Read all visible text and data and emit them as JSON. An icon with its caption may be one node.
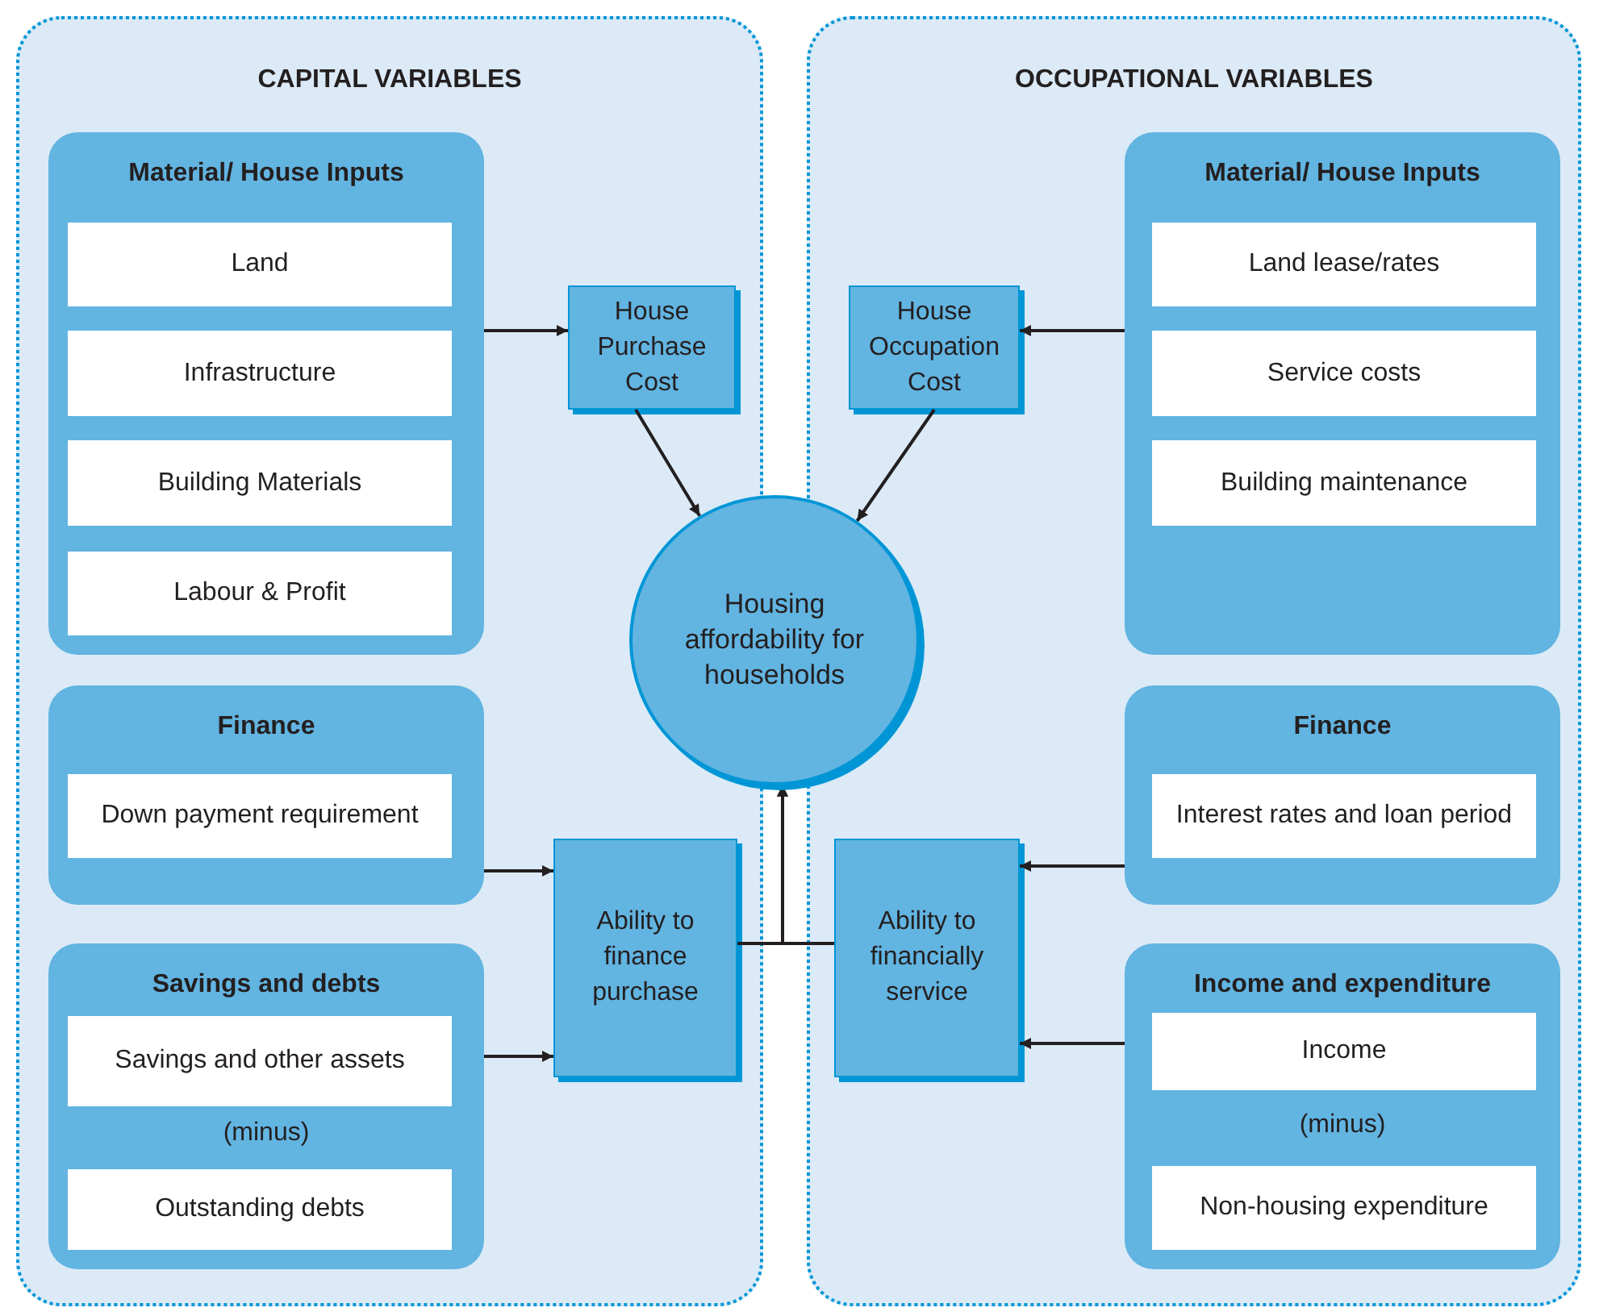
{
  "diagram": {
    "nodes": [
      {
        "text": [
          "CAPITAL VARIABLES"
        ]
      },
      {
        "text": [
          "Material/ House Inputs"
        ],
        "in": 0
      },
      {
        "text": [
          "Land"
        ],
        "in": 1
      },
      {
        "text": [
          "Infrastructure"
        ],
        "in": 1
      },
      {
        "text": [
          "Building Materials"
        ],
        "in": 1
      },
      {
        "text": [
          "Labour & Profit"
        ],
        "in": 1
      },
      {
        "text": [
          "Finance"
        ],
        "in": 0
      },
      {
        "text": [
          "Down payment requirement"
        ],
        "in": 6
      },
      {
        "text": [
          "Savings and debts",
          "(minus)"
        ],
        "in": 0
      },
      {
        "text": [
          "Savings and other assets"
        ],
        "in": 8
      },
      {
        "text": [
          "Outstanding debts"
        ],
        "in": 8
      },
      {
        "text": [
          "House Purchase Cost"
        ],
        "in": 0
      },
      {
        "text": [
          "Ability to finance purchase"
        ],
        "in": 0
      },
      {
        "text": [
          "OCCUPATIONAL VARIABLES"
        ]
      },
      {
        "text": [
          "Material/ House Inputs"
        ],
        "in": 13
      },
      {
        "text": [
          "Land lease/rates"
        ],
        "in": 14
      },
      {
        "text": [
          "Service costs"
        ],
        "in": 14
      },
      {
        "text": [
          "Building maintenance"
        ],
        "in": 14
      },
      {
        "text": [
          "Finance"
        ],
        "in": 13
      },
      {
        "text": [
          "Interest rates and loan period"
        ],
        "in": 18
      },
      {
        "text": [
          "Income and expenditure",
          "(minus)"
        ],
        "in": 13
      },
      {
        "text": [
          "Income"
        ],
        "in": 20
      },
      {
        "text": [
          "Non-housing expenditure"
        ],
        "in": 20
      },
      {
        "text": [
          "House Occupation Cost"
        ],
        "in": 13
      },
      {
        "text": [
          "Ability to financially service"
        ],
        "in": 13
      },
      {
        "text": [
          "Housing affordability for households"
        ]
      }
    ],
    "edges": [
      {
        "from": 1,
        "to": 11,
        "arrow": "to"
      },
      {
        "from": 11,
        "to": 25,
        "arrow": "to"
      },
      {
        "from": 14,
        "to": 23,
        "arrow": "to"
      },
      {
        "from": 23,
        "to": 25,
        "arrow": "to"
      },
      {
        "from": 6,
        "to": 12,
        "arrow": "to"
      },
      {
        "from": 8,
        "to": 12,
        "arrow": "to"
      },
      {
        "from": 18,
        "to": 24,
        "arrow": "to"
      },
      {
        "from": 20,
        "to": 24,
        "arrow": "to"
      },
      {
        "from": 12,
        "to": 25,
        "arrow": "to"
      },
      {
        "from": 24,
        "to": 25,
        "arrow": "to"
      }
    ]
  }
}
